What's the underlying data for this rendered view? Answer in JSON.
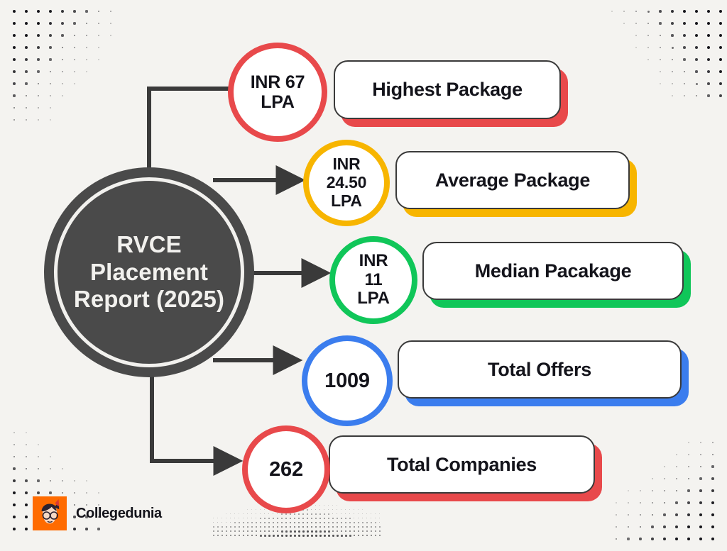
{
  "theme": {
    "background": "#F4F3F0",
    "hub_fill": "#4A4A4A",
    "hub_ring": "#F2F1EE",
    "text_dark": "#14141B",
    "card_outline": "#3A3A3A",
    "connector": "#3A3A3A",
    "brand_orange": "#FF6B00"
  },
  "hub": {
    "label": "RVCE Placement Report (2025)"
  },
  "rows": [
    {
      "id": "highest-package",
      "value": "INR 67 LPA",
      "value_lines": [
        "INR 67",
        "LPA"
      ],
      "label": "Highest Package",
      "color": "#E8494B",
      "connector": "elbow-up"
    },
    {
      "id": "average-package",
      "value": "INR 24.50 LPA",
      "value_lines": [
        "INR",
        "24.50",
        "LPA"
      ],
      "label": "Average Package",
      "color": "#F7B500",
      "connector": "straight"
    },
    {
      "id": "median-package",
      "value": "INR 11 LPA",
      "value_lines": [
        "INR",
        "11",
        "LPA"
      ],
      "label": "Median Pacakage",
      "color": "#10C659",
      "connector": "straight"
    },
    {
      "id": "total-offers",
      "value": "1009",
      "value_lines": [
        "1009"
      ],
      "label": "Total Offers",
      "color": "#3B7DEE",
      "connector": "straight"
    },
    {
      "id": "total-companies",
      "value": "262",
      "value_lines": [
        "262"
      ],
      "label": "Total Companies",
      "color": "#E8494B",
      "connector": "elbow-down"
    }
  ],
  "brand": {
    "name": "Collegedunia",
    "logo_icon": "student-face-logo-icon"
  },
  "chart_data": {
    "type": "table",
    "title": "RVCE Placement Report (2025)",
    "categories": [
      "Highest Package",
      "Average Package",
      "Median Pacakage",
      "Total Offers",
      "Total Companies"
    ],
    "values": [
      "INR 67 LPA",
      "INR 24.50 LPA",
      "INR 11 LPA",
      "1009",
      "262"
    ],
    "numeric_values": [
      67,
      24.5,
      11,
      1009,
      262
    ],
    "units": [
      "LPA",
      "LPA",
      "LPA",
      "offers",
      "companies"
    ],
    "colors": [
      "#E8494B",
      "#F7B500",
      "#10C659",
      "#3B7DEE",
      "#E8494B"
    ],
    "xlabel": "",
    "ylabel": "",
    "legend": "none",
    "grid": false
  }
}
